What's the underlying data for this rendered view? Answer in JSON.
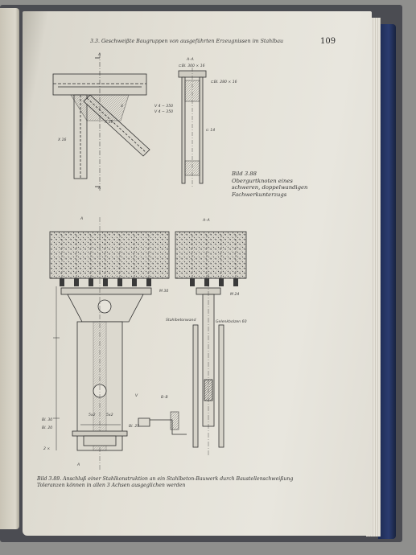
{
  "page": {
    "running_head": "3.3. Geschweißte Baugruppen von ausgeführten Erzeugnissen im Stahlbau",
    "page_number": "109"
  },
  "figure_388": {
    "caption_lines": [
      "Bild 3.88",
      "Obergurtknoten eines",
      "schweren, doppelwandigen",
      "Fachwerkunterzugs"
    ],
    "section_label": "A–A",
    "cut_marker": "A",
    "labels": {
      "plate_top": "⊏Bl. 300 × 16",
      "plate_side": "⊏Bl. 280 × 16",
      "weld_a": "V 4 − 350",
      "weld_b": "V 4 − 350",
      "rib_left": "X 16",
      "rib_diag": "X 16",
      "weld_c": "⊏ 14",
      "weld_d": "4"
    }
  },
  "figure_389": {
    "caption_lines": [
      "Bild 3.89. Anschluß einer Stahlkonstruktion an ein Stahlbeton-Bauwerk durch Baustellenschweißung",
      "Toleranzen können in allen 3 Achsen ausgeglichen werden"
    ],
    "section_label": "A–A",
    "section_bb": "B–B",
    "cut_marker": "A",
    "labels": {
      "bolt_size": "M 30",
      "bolt_right": "M 24",
      "wall": "Stahlbetonwand",
      "anchor": "Gelenkbolzen 60",
      "dim_a": "Bl. 30",
      "dim_b": "Bl. 20",
      "dim_c": "Bl. 25",
      "dim_d": "2 ×",
      "dim_e": "5x2",
      "dim_f": "5x2",
      "weld_mark": "V"
    }
  },
  "colors": {
    "page": "#e3e0d6",
    "ink": "#2e2e2e",
    "cover": "#2b3c70",
    "background": "#8f8f8d"
  }
}
